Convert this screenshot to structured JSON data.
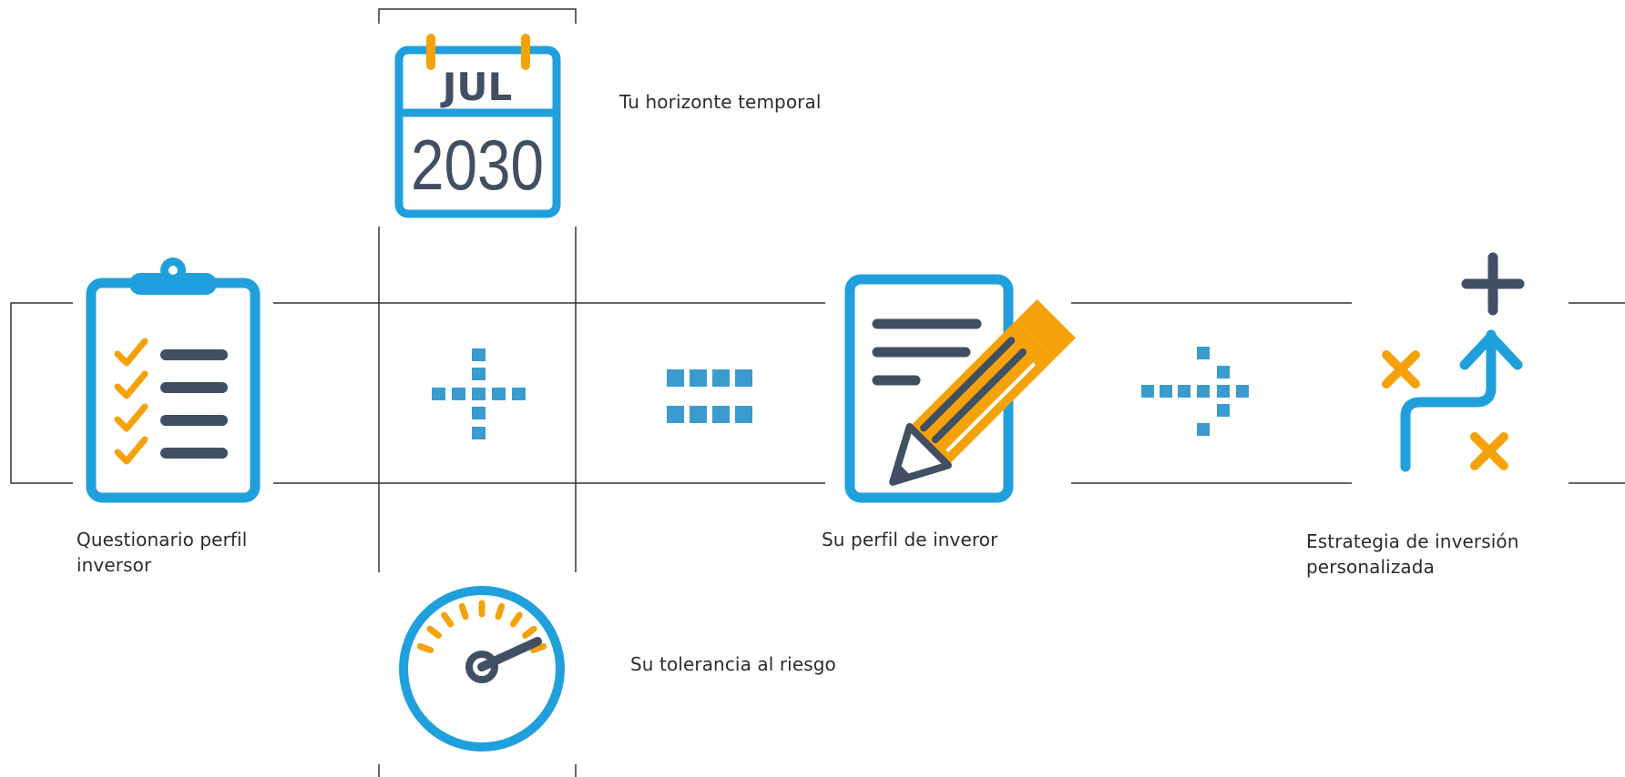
{
  "steps": {
    "questionnaire": {
      "line1": "Questionario perfil",
      "line2": "inversor",
      "icon": "clipboard-checklist-icon"
    },
    "horizon": {
      "label": "Tu horizonte temporal",
      "month": "JUL",
      "year": "2030",
      "icon": "calendar-icon"
    },
    "risk": {
      "label": "Su tolerancia al riesgo",
      "icon": "speedometer-icon"
    },
    "profile": {
      "label": "Su perfil de inveror",
      "icon": "document-pencil-icon"
    },
    "strategy": {
      "line1": "Estrategia de inversión",
      "line2": "personalizada",
      "icon": "strategy-icon"
    }
  },
  "operators": {
    "plus": "plus-operator-icon",
    "equals": "equals-operator-icon",
    "arrow": "arrow-operator-icon"
  },
  "colors": {
    "blue": "#1fa0dc",
    "orange": "#f5a20a",
    "slate": "#414f63",
    "pixel_blue": "#3b9bcf",
    "line": "#333333"
  }
}
